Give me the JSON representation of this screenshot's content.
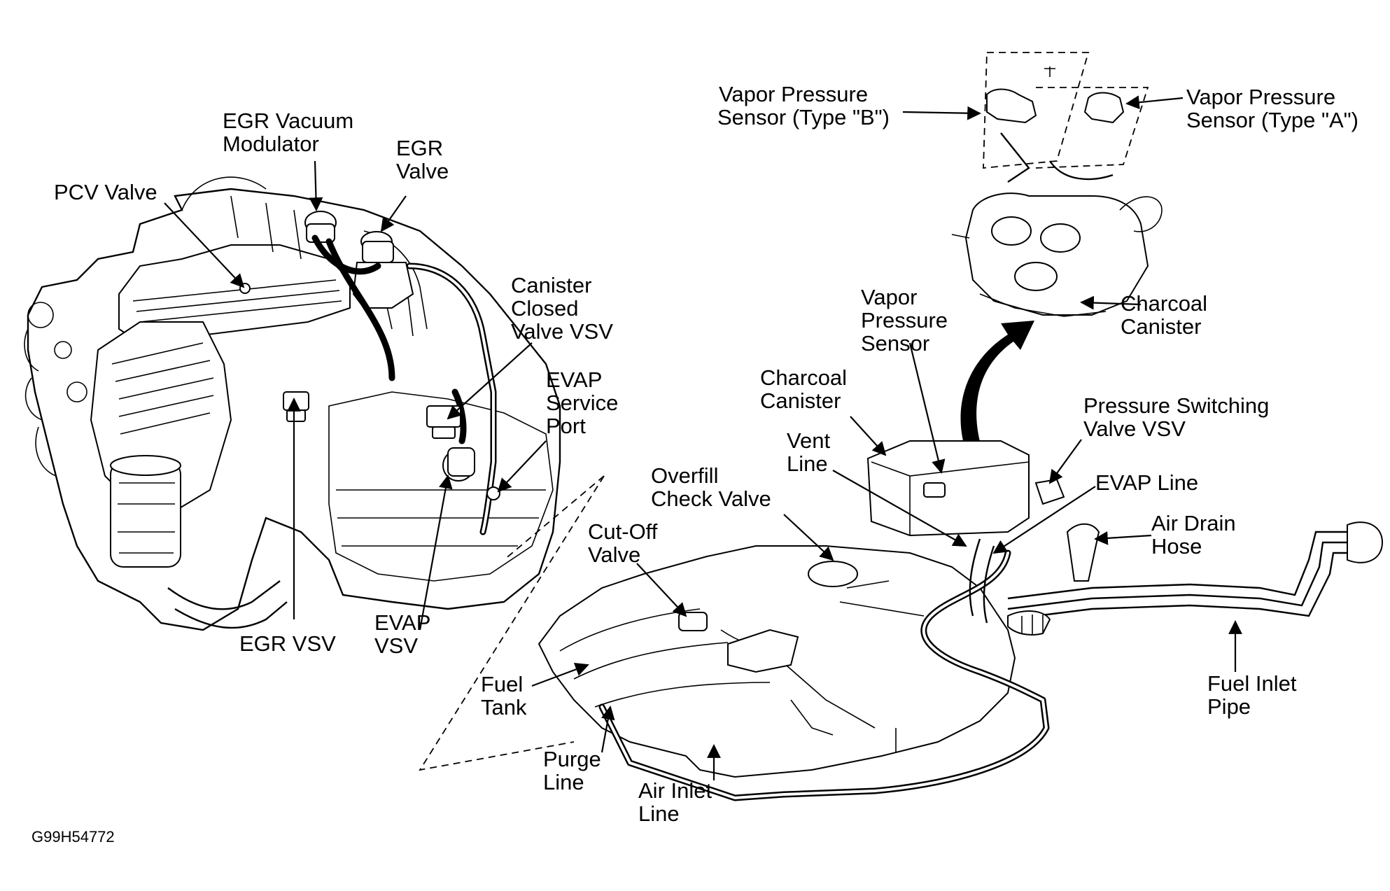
{
  "figure_code": "G99H54772",
  "labels": {
    "egr_vacuum_modulator": [
      "EGR Vacuum",
      "Modulator"
    ],
    "egr_valve": [
      "EGR",
      "Valve"
    ],
    "pcv_valve": [
      "PCV Valve"
    ],
    "canister_closed_valve_vsv": [
      "Canister",
      "Closed",
      "Valve VSV"
    ],
    "evap_service_port": [
      "EVAP",
      "Service",
      "Port"
    ],
    "egr_vsv": [
      "EGR VSV"
    ],
    "evap_vsv": [
      "EVAP",
      "VSV"
    ],
    "vapor_pressure_sensor_b": [
      "Vapor Pressure",
      "Sensor (Type \"B\")"
    ],
    "vapor_pressure_sensor_a": [
      "Vapor Pressure",
      "Sensor (Type \"A\")"
    ],
    "charcoal_canister_detail": [
      "Charcoal",
      "Canister"
    ],
    "vapor_pressure_sensor": [
      "Vapor",
      "Pressure",
      "Sensor"
    ],
    "charcoal_canister": [
      "Charcoal",
      "Canister"
    ],
    "vent_line": [
      "Vent",
      "Line"
    ],
    "pressure_switching_valve_vsv": [
      "Pressure Switching",
      "Valve VSV"
    ],
    "evap_line": [
      "EVAP Line"
    ],
    "overfill_check_valve": [
      "Overfill",
      "Check Valve"
    ],
    "air_drain_hose": [
      "Air Drain",
      "Hose"
    ],
    "cut_off_valve": [
      "Cut-Off",
      "Valve"
    ],
    "fuel_tank": [
      "Fuel",
      "Tank"
    ],
    "fuel_inlet_pipe": [
      "Fuel Inlet",
      "Pipe"
    ],
    "purge_line": [
      "Purge",
      "Line"
    ],
    "air_inlet_line": [
      "Air Inlet",
      "Line"
    ]
  }
}
